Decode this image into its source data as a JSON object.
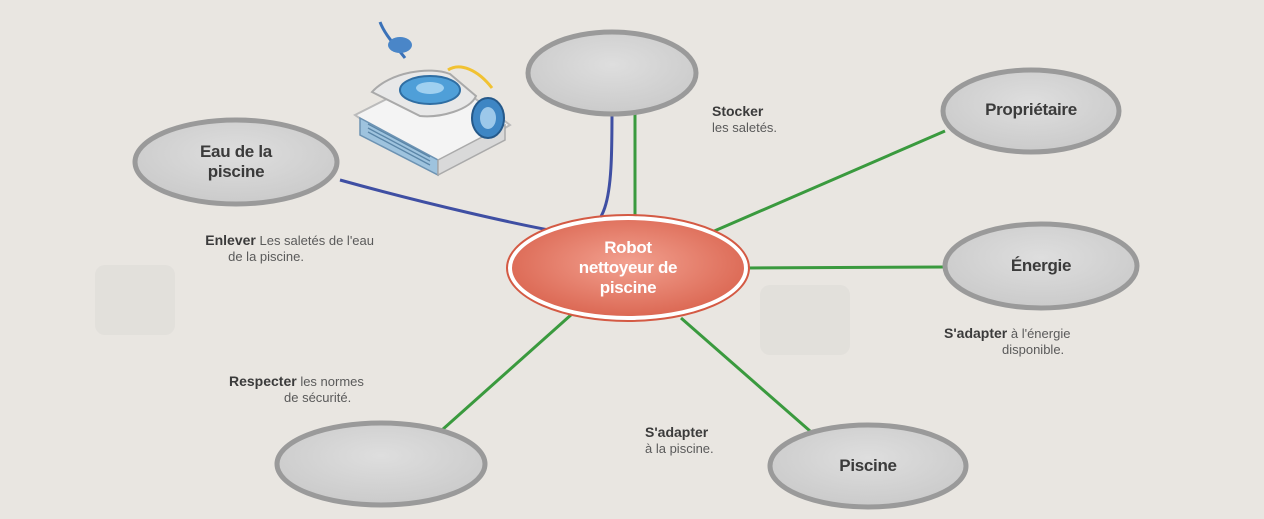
{
  "center": {
    "line1": "Robot",
    "line2": "nettoyeur de",
    "line3": "piscine"
  },
  "nodes": {
    "eau": {
      "line1": "Eau de la",
      "line2": "piscine"
    },
    "proprietaire": {
      "label": "Propriétaire"
    },
    "energie": {
      "label": "Énergie"
    },
    "piscine": {
      "label": "Piscine"
    },
    "stocker_node": {
      "label": ""
    },
    "respecter_node": {
      "label": ""
    }
  },
  "captions": {
    "stocker": {
      "verb": "Stocker",
      "rest": "les saletés."
    },
    "enlever": {
      "verb": "Enlever",
      "rest1": " Les saletés de l'eau",
      "rest2": "de la piscine."
    },
    "energie": {
      "verb": "S'adapter",
      "rest1": " à l'énergie",
      "rest2": "disponible."
    },
    "respecter": {
      "verb": "Respecter",
      "rest1": " les normes",
      "rest2": "de sécurité."
    },
    "piscine": {
      "verb": "S'adapter",
      "rest": "à la piscine."
    }
  },
  "colors": {
    "function_line": "#3a9a3e",
    "main_function_line": "#3f4fa3",
    "center_fill": "#e47b68",
    "node_fill": "#d6d6d6",
    "node_stroke": "#9a9a9a"
  },
  "icons": {
    "robot": "pool-robot-illustration"
  }
}
